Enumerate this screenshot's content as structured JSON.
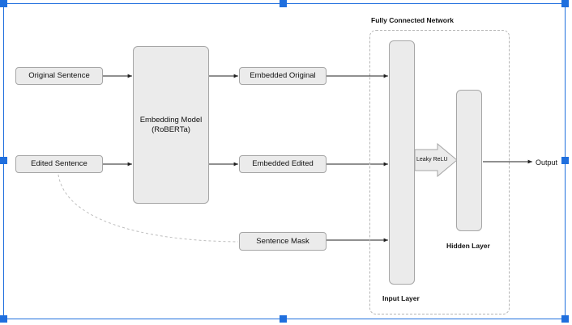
{
  "diagram": {
    "inputs": {
      "original_sentence": "Original Sentence",
      "edited_sentence": "Edited Sentence"
    },
    "embedding_model": {
      "line1": "Embedding Model",
      "line2": "(RoBERTa)"
    },
    "embeddings": {
      "original": "Embedded Original",
      "edited": "Embedded Edited",
      "mask": "Sentence Mask"
    },
    "network": {
      "title": "Fully Connected Network",
      "activation": "Leaky ReLU",
      "input_layer": "Input Layer",
      "hidden_layer": "Hidden Layer",
      "output": "Output"
    }
  },
  "colors": {
    "selection": "#1f6fde",
    "node_fill": "#ebebeb",
    "node_border": "#a6a6a6",
    "edge": "#222222",
    "dashed_edge": "#bdbdbd"
  }
}
